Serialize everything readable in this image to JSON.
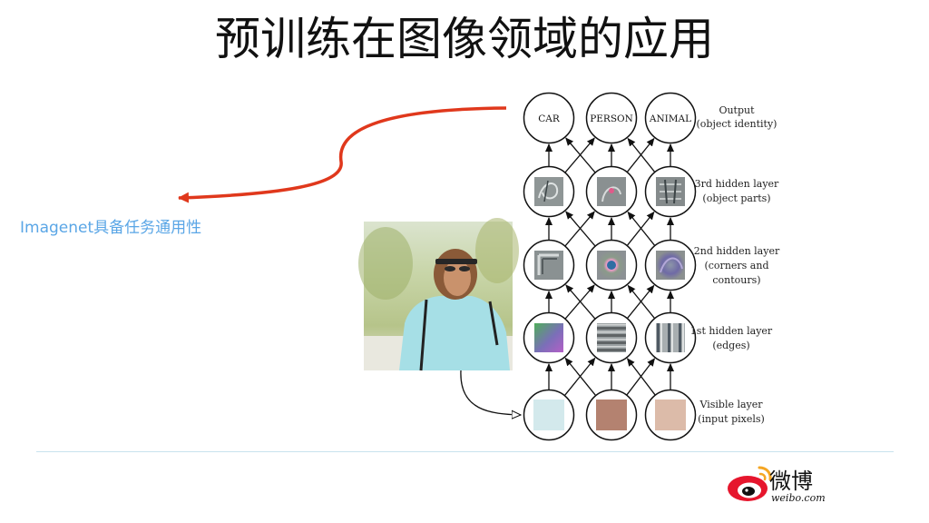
{
  "slide": {
    "title": "预训练在图像领域的应用",
    "annotation": "Imagenet具备任务通用性"
  },
  "network": {
    "output_nodes": [
      "CAR",
      "PERSON",
      "ANIMAL"
    ],
    "layer_labels": {
      "output": [
        "Output",
        "(object identity)"
      ],
      "hidden3": [
        "3rd hidden layer",
        "(object parts)"
      ],
      "hidden2": [
        "2nd hidden layer",
        "(corners and",
        "contours)"
      ],
      "hidden1": [
        "1st hidden layer",
        "(edges)"
      ],
      "visible": [
        "Visible layer",
        "(input pixels)"
      ]
    },
    "visible_pixel_colors": [
      "#d3e9ec",
      "#b48270",
      "#dcbba9"
    ]
  },
  "logo": {
    "name": "微博",
    "domain": "weibo.com",
    "color": "#e6162d"
  },
  "colors": {
    "accent_arrow": "#e0381c",
    "annotation_text": "#5aa6e6"
  }
}
